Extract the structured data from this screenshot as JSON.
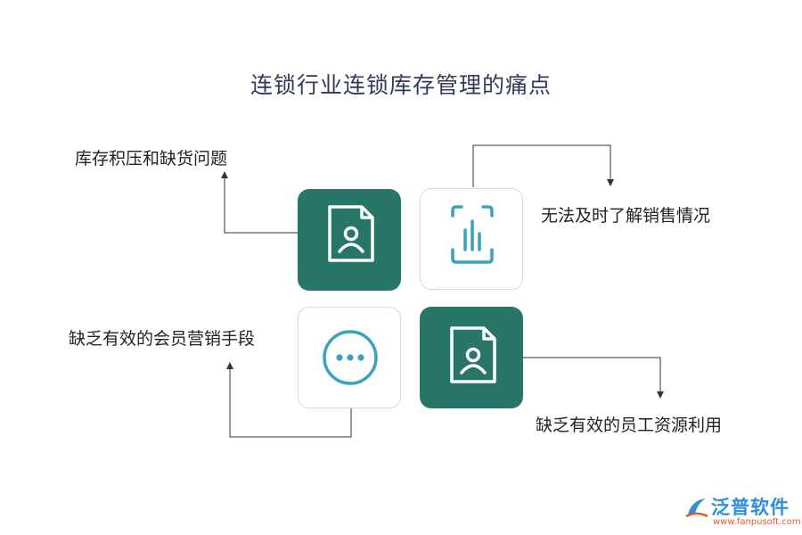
{
  "title": "连锁行业连锁库存管理的痛点",
  "items": [
    {
      "label": "库存积压和缺货问题",
      "icon": "document-user-icon"
    },
    {
      "label": "无法及时了解销售情况",
      "icon": "bar-chart-icon"
    },
    {
      "label": "缺乏有效的会员营销手段",
      "icon": "more-dots-icon"
    },
    {
      "label": "缺乏有效的员工资源利用",
      "icon": "document-user-icon"
    }
  ],
  "colors": {
    "dark_tile": "#277668",
    "accent": "#3aa1bf",
    "line": "#333333"
  },
  "logo": {
    "name": "泛普软件",
    "url": "www.fanpusoft.com"
  }
}
